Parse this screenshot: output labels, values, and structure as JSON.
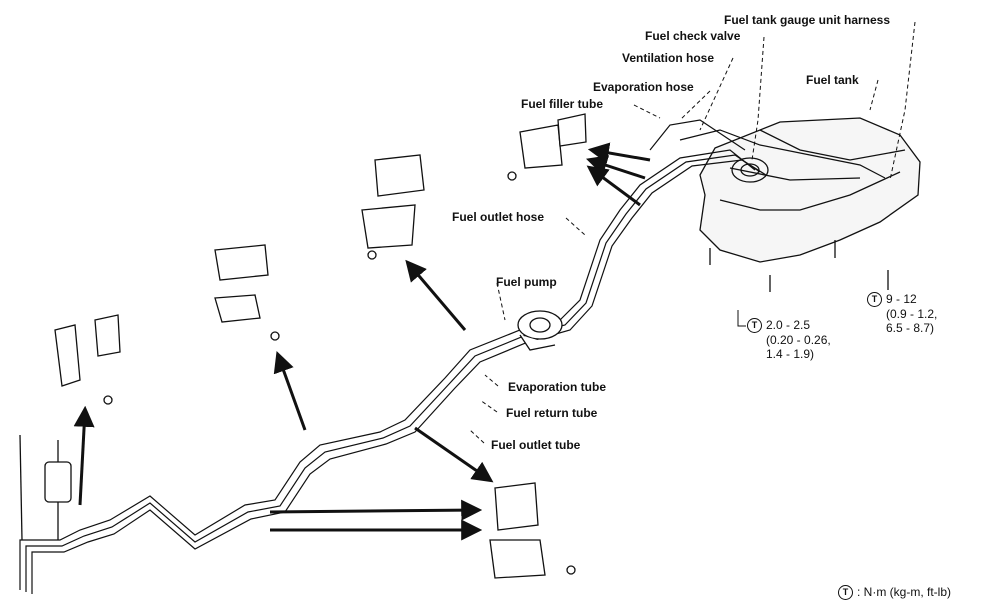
{
  "labels": {
    "gauge_harness": "Fuel tank gauge unit harness",
    "check_valve": "Fuel check valve",
    "ventilation_hose": "Ventilation hose",
    "fuel_tank": "Fuel tank",
    "evaporation_hose": "Evaporation hose",
    "filler_tube": "Fuel filler tube",
    "outlet_hose": "Fuel outlet hose",
    "fuel_pump": "Fuel pump",
    "evaporation_tube": "Evaporation tube",
    "return_tube": "Fuel return tube",
    "outlet_tube": "Fuel outlet tube"
  },
  "torque": {
    "symbol": "T",
    "spec_a": {
      "line1": "2.0 - 2.5",
      "line2": "(0.20 - 0.26,",
      "line3": "1.4 - 1.9)"
    },
    "spec_b": {
      "line1": "9 - 12",
      "line2": "(0.9 - 1.2,",
      "line3": "6.5 - 8.7)"
    },
    "units": ":  N·m (kg-m, ft-lb)"
  }
}
